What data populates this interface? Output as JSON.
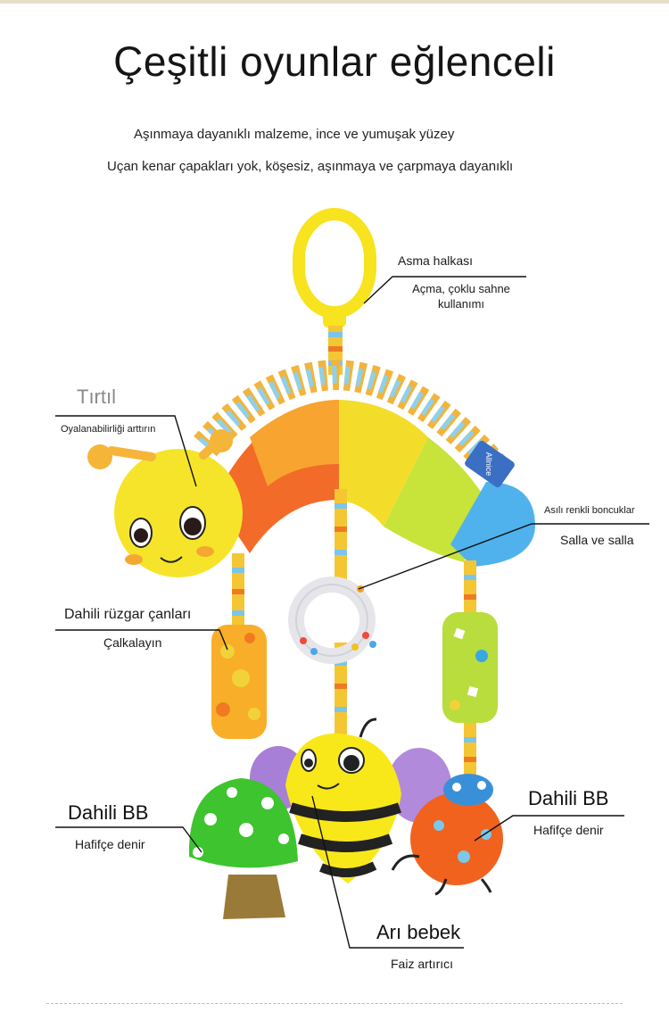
{
  "title": "Çeşitli oyunlar eğlenceli",
  "subtitle_lines": [
    "Aşınmaya dayanıklı malzeme, ince ve yumuşak yüzey",
    "Uçan kenar çapakları yok, köşesiz, aşınmaya ve çarpmaya dayanıklı"
  ],
  "brand": "Allnice",
  "callouts": {
    "hanging_ring": {
      "title": "Asma halkası",
      "desc_line1": "Açma, çoklu sahne",
      "desc_line2": "kullanımı"
    },
    "caterpillar": {
      "title": "Tırtıl",
      "desc": "Oyalanabilirliği arttırın"
    },
    "beads": {
      "title": "Asılı renkli boncuklar",
      "desc": "Salla ve salla"
    },
    "wind_chime": {
      "title": "Dahili rüzgar çanları",
      "desc": "Çalkalayın"
    },
    "bb_left": {
      "title": "Dahili BB",
      "desc": "Hafifçe denir"
    },
    "bb_right": {
      "title": "Dahili BB",
      "desc": "Hafifçe denir"
    },
    "bee": {
      "title": "Arı bebek",
      "desc": "Faiz artırıcı"
    }
  },
  "colors": {
    "yellow": "#f7e62a",
    "orange": "#f07a22",
    "green": "#c8e33a",
    "blue": "#4fb2ec",
    "mushroom_green": "#3ec42e",
    "ladybug_orange": "#f0621e",
    "purple": "#a77fd6"
  }
}
